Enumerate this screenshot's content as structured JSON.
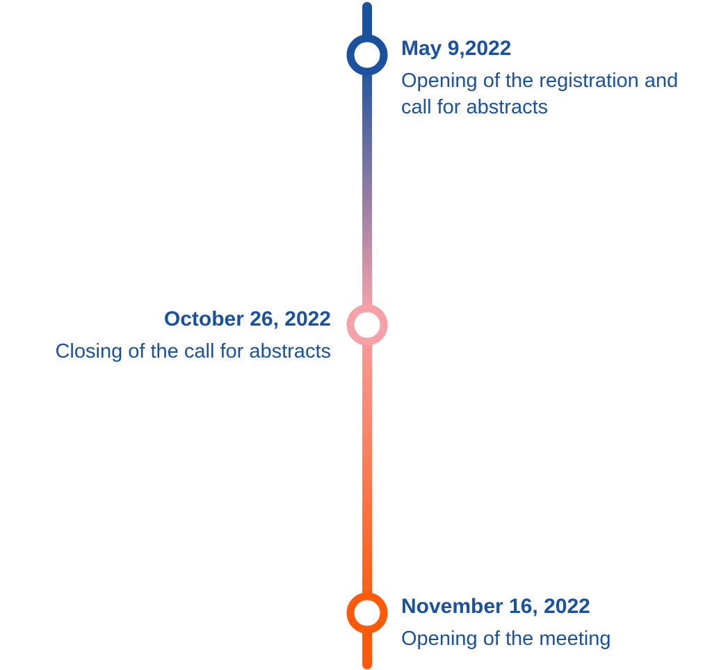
{
  "timeline": {
    "colors": {
      "start": "#1a52a0",
      "middle": "#f6a1a8",
      "end": "#ff5a0a"
    },
    "events": [
      {
        "date": "May 9,2022",
        "description": "Opening of the registration and call for abstracts",
        "marker_color": "#1a52a0"
      },
      {
        "date": "October 26, 2022",
        "description": "Closing of the call for abstracts",
        "marker_color": "#f6a1a8"
      },
      {
        "date": "November 16, 2022",
        "description": "Opening of the meeting",
        "marker_color": "#ff5a0a"
      }
    ]
  }
}
